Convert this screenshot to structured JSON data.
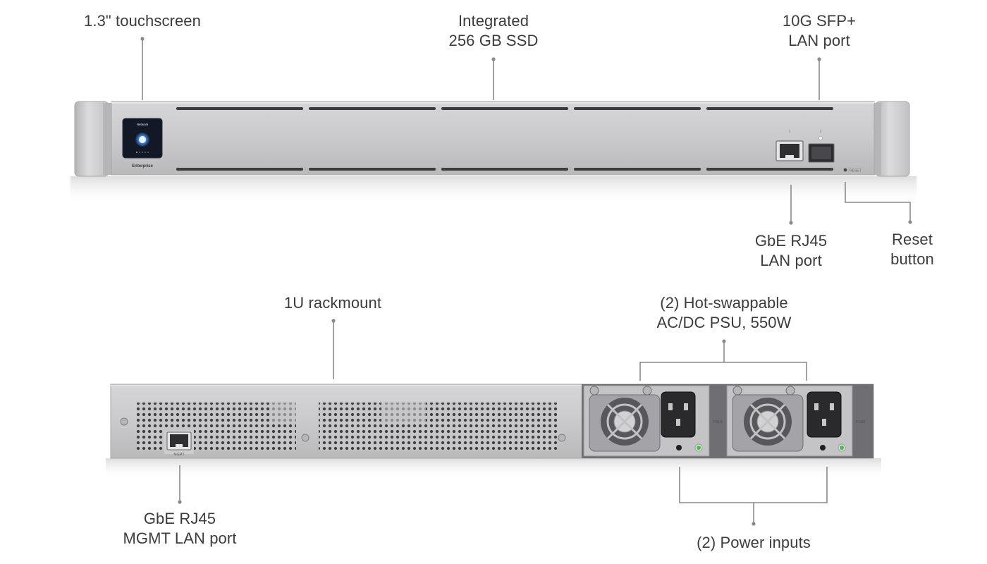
{
  "callouts": {
    "touchscreen": {
      "lines": [
        "1.3\" touchscreen"
      ]
    },
    "ssd": {
      "lines": [
        "Integrated",
        "256 GB SSD"
      ]
    },
    "sfp": {
      "lines": [
        "10G SFP+",
        "LAN port"
      ]
    },
    "rj45_lan": {
      "lines": [
        "GbE RJ45",
        "LAN port"
      ]
    },
    "reset": {
      "lines": [
        "Reset",
        "button"
      ]
    },
    "rackmount": {
      "lines": [
        "1U rackmount"
      ]
    },
    "psu": {
      "lines": [
        "(2) Hot-swappable",
        "AC/DC PSU, 550W"
      ]
    },
    "mgmt": {
      "lines": [
        "GbE RJ45",
        "MGMT LAN port"
      ]
    },
    "power_inputs": {
      "lines": [
        "(2) Power inputs"
      ]
    }
  },
  "front_panel": {
    "screen_title": "Network",
    "brand_text": "Enterprise",
    "port1_number": "1",
    "port2_number": "2",
    "reset_text": "RESET"
  },
  "rear_panel": {
    "mgmt_text": "MGMT",
    "psu1_text": "PSU1",
    "psu2_text": "PSU2"
  },
  "colors": {
    "chassis": "#c9c9cb",
    "chassis_dark": "#a9a9ac",
    "leader_line": "#8a8a8a",
    "screen": "#131826",
    "status_led": "#3fbf3f"
  }
}
